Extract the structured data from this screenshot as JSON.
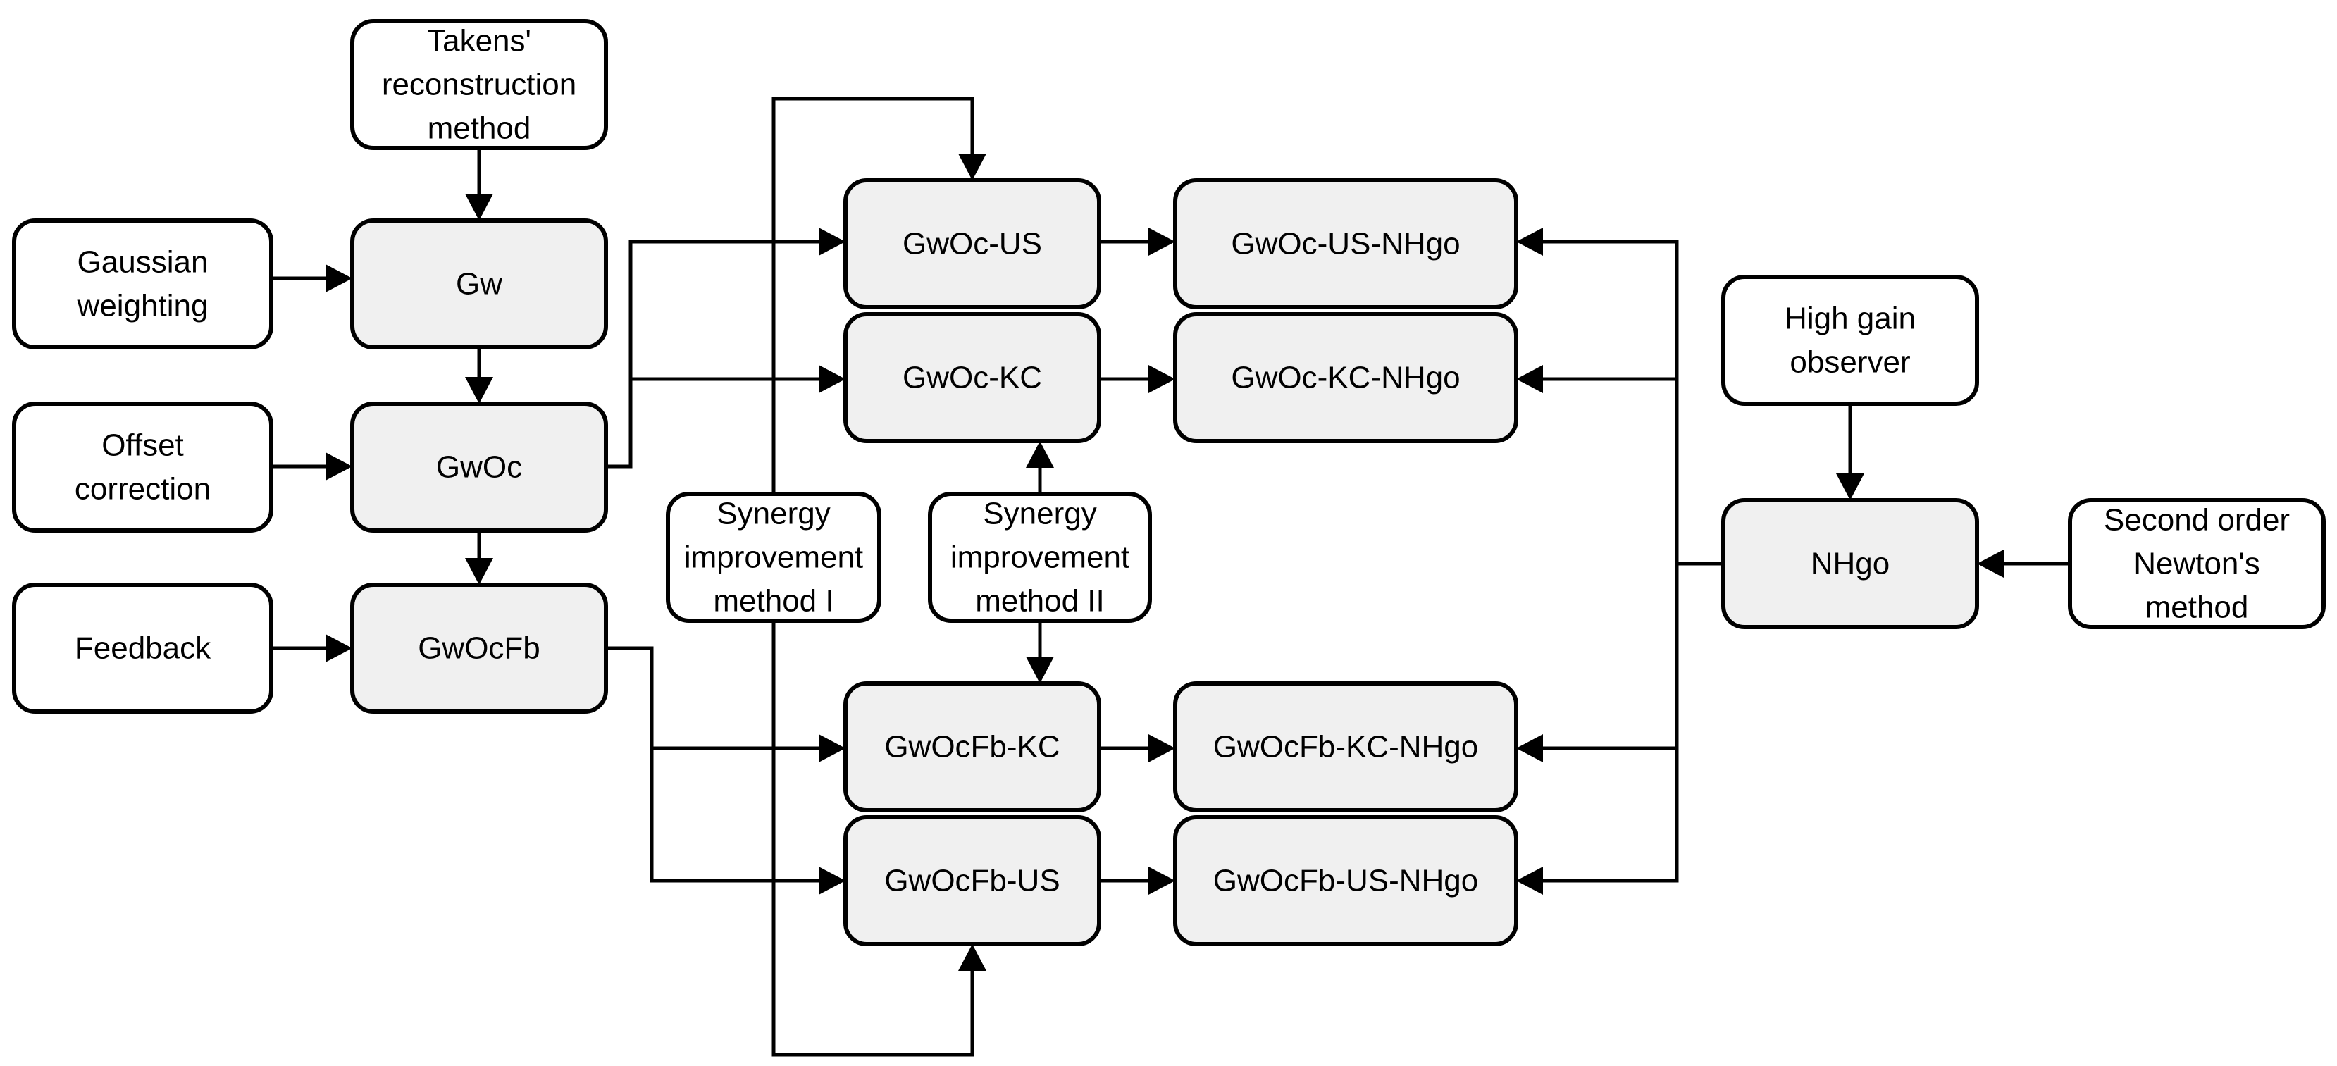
{
  "nodes": {
    "takens": {
      "lines": [
        "Takens'",
        "reconstruction",
        "method"
      ],
      "shade": "white"
    },
    "gaussian": {
      "lines": [
        "Gaussian",
        "weighting"
      ],
      "shade": "white"
    },
    "offset": {
      "lines": [
        "Offset",
        "correction"
      ],
      "shade": "white"
    },
    "feedback": {
      "lines": [
        "Feedback"
      ],
      "shade": "white"
    },
    "gw": {
      "lines": [
        "Gw"
      ],
      "shade": "grey"
    },
    "gwoc": {
      "lines": [
        "GwOc"
      ],
      "shade": "grey"
    },
    "gwocfb": {
      "lines": [
        "GwOcFb"
      ],
      "shade": "grey"
    },
    "syn1": {
      "lines": [
        "Synergy",
        "improvement",
        "method I"
      ],
      "shade": "white"
    },
    "syn2": {
      "lines": [
        "Synergy",
        "improvement",
        "method II"
      ],
      "shade": "white"
    },
    "gwoc_us": {
      "lines": [
        "GwOc-US"
      ],
      "shade": "grey"
    },
    "gwoc_kc": {
      "lines": [
        "GwOc-KC"
      ],
      "shade": "grey"
    },
    "gwocfb_kc": {
      "lines": [
        "GwOcFb-KC"
      ],
      "shade": "grey"
    },
    "gwocfb_us": {
      "lines": [
        "GwOcFb-US"
      ],
      "shade": "grey"
    },
    "gwoc_us_nhgo": {
      "lines": [
        "GwOc-US-NHgo"
      ],
      "shade": "grey"
    },
    "gwoc_kc_nhgo": {
      "lines": [
        "GwOc-KC-NHgo"
      ],
      "shade": "grey"
    },
    "gwocfb_kc_nhgo": {
      "lines": [
        "GwOcFb-KC-NHgo"
      ],
      "shade": "grey"
    },
    "gwocfb_us_nhgo": {
      "lines": [
        "GwOcFb-US-NHgo"
      ],
      "shade": "grey"
    },
    "hgo": {
      "lines": [
        "High gain",
        "observer"
      ],
      "shade": "white"
    },
    "nhgo": {
      "lines": [
        "NHgo"
      ],
      "shade": "grey"
    },
    "newton": {
      "lines": [
        "Second order",
        "Newton's",
        "method"
      ],
      "shade": "white"
    }
  },
  "edges": [
    {
      "from": "takens",
      "to": "gw"
    },
    {
      "from": "gaussian",
      "to": "gw"
    },
    {
      "from": "gw",
      "to": "gwoc"
    },
    {
      "from": "offset",
      "to": "gwoc"
    },
    {
      "from": "gwoc",
      "to": "gwocfb"
    },
    {
      "from": "feedback",
      "to": "gwocfb"
    },
    {
      "from": "gwoc",
      "to": "gwoc_us"
    },
    {
      "from": "gwoc",
      "to": "gwoc_kc"
    },
    {
      "from": "gwocfb",
      "to": "gwocfb_kc"
    },
    {
      "from": "gwocfb",
      "to": "gwocfb_us"
    },
    {
      "from": "syn1",
      "to": "gwoc_us"
    },
    {
      "from": "syn1",
      "to": "gwocfb_us"
    },
    {
      "from": "syn2",
      "to": "gwoc_kc"
    },
    {
      "from": "syn2",
      "to": "gwocfb_kc"
    },
    {
      "from": "gwoc_us",
      "to": "gwoc_us_nhgo"
    },
    {
      "from": "gwoc_kc",
      "to": "gwoc_kc_nhgo"
    },
    {
      "from": "gwocfb_kc",
      "to": "gwocfb_kc_nhgo"
    },
    {
      "from": "gwocfb_us",
      "to": "gwocfb_us_nhgo"
    },
    {
      "from": "hgo",
      "to": "nhgo"
    },
    {
      "from": "newton",
      "to": "nhgo"
    },
    {
      "from": "nhgo",
      "to": "gwoc_us_nhgo"
    },
    {
      "from": "nhgo",
      "to": "gwoc_kc_nhgo"
    },
    {
      "from": "nhgo",
      "to": "gwocfb_kc_nhgo"
    },
    {
      "from": "nhgo",
      "to": "gwocfb_us_nhgo"
    }
  ]
}
